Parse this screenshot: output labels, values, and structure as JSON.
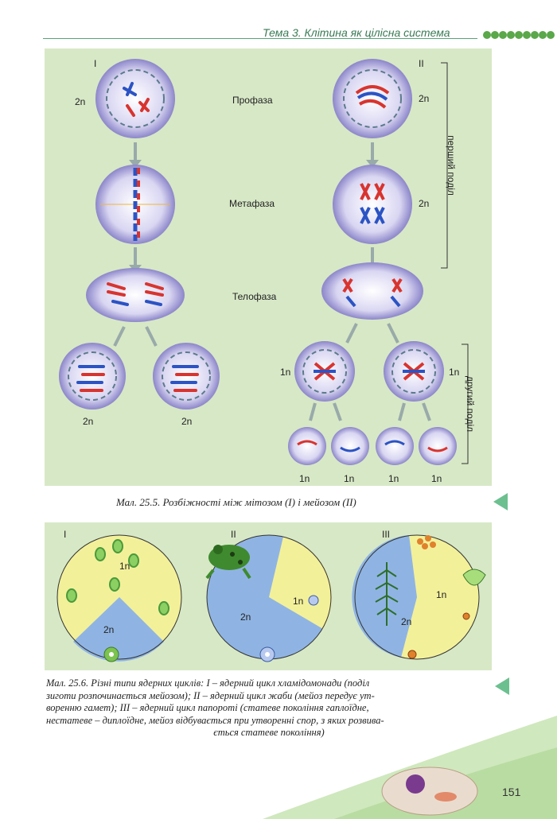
{
  "header": {
    "title": "Тема 3. Клітина як цілісна система"
  },
  "figure1": {
    "roman_left": "I",
    "roman_right": "II",
    "phase_prophase": "Профаза",
    "phase_metaphase": "Метафаза",
    "phase_telophase": "Телофаза",
    "ploidy_2n": "2n",
    "ploidy_1n": "1n",
    "bracket_first": "перший поділ",
    "bracket_second": "другий поділ",
    "caption": "Мал. 25.5. Розбіжності між мітозом (I) і мейозом (II)"
  },
  "figure2": {
    "roman_1": "I",
    "roman_2": "II",
    "roman_3": "III",
    "ploidy_1n": "1n",
    "ploidy_2n": "2n",
    "caption_lines": [
      "Мал. 25.6. Різні типи ядерних циклів: I – ядерний цикл хламідомонади (поділ",
      "зиготи розпочинається мейозом); II – ядерний цикл жаби (мейоз передує ут-",
      "воренню гамет); III – ядерний цикл папороті (статеве покоління гаплоїдне,",
      "нестатеве – диплоїдне, мейоз відбувається при утворенні спор, з яких розвива-",
      "ється статеве покоління)"
    ]
  },
  "page_number": "151",
  "colors": {
    "panel": "#d7e8c6",
    "accent_green": "#6cc08f",
    "haploid_yellow": "#f3f09a",
    "diploid_blue": "#8fb4e3"
  }
}
